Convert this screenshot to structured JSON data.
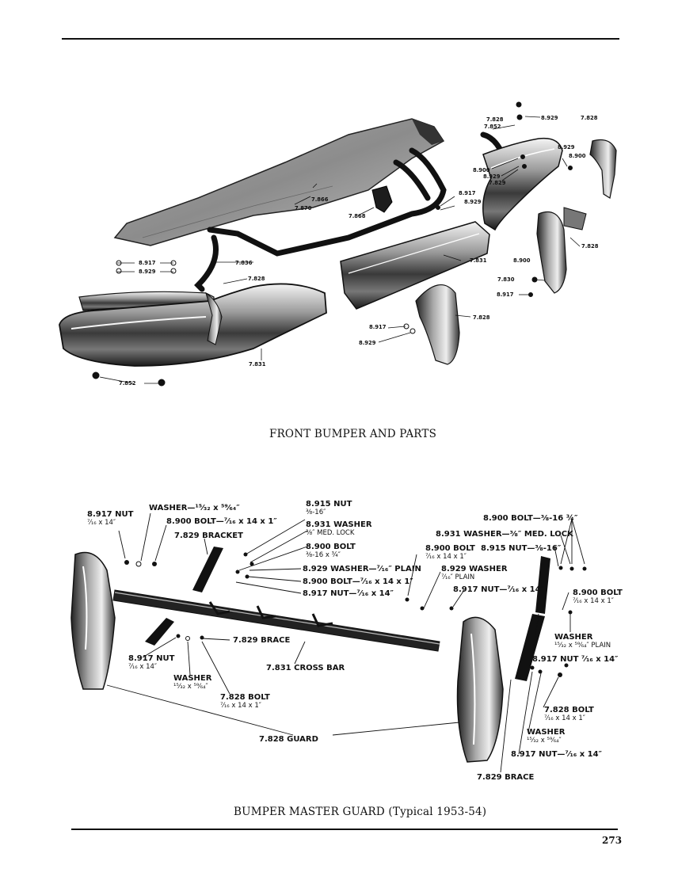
{
  "page": {
    "page_number": "273"
  },
  "front_bumper": {
    "caption": "FRONT BUMPER AND PARTS",
    "callouts": {
      "c7828_top": "7.828",
      "c8929_top": "8.929",
      "c7828_right": "7.828",
      "c7852_top": "7.852",
      "c8929_r2": "8.929",
      "c8900_r2": "8.900",
      "c8900_l": "8.900",
      "c8929_l": "8.929",
      "c7829": "7.829",
      "c8917_mid": "8.917",
      "c8929_mid": "8.929",
      "c7866": "7.866",
      "c7870": "7.870",
      "c7868": "7.868",
      "c8917_left": "8.917",
      "c8929_left": "8.929",
      "c7836": "7.836",
      "c7828_left": "7.828",
      "c7831_center": "7.831",
      "c8900_lower": "8.900",
      "c7828_right_guard": "7.828",
      "c7830": "7.830",
      "c8917_lower": "8.917",
      "c7828_center_guard": "7.828",
      "c8917_guard": "8.917",
      "c8929_guard": "8.929",
      "c7831_bottom": "7.831",
      "c7852_bottom": "7.852"
    }
  },
  "master_guard": {
    "caption": "BUMPER MASTER GUARD (Typical 1953-54)",
    "labels": {
      "nut_8917_tl": {
        "main": "8.917 NUT",
        "sub": "⁷⁄₁₆ x 14″"
      },
      "washer_tl": {
        "main": "WASHER—¹⁵⁄₃₂ x ⁵⁹⁄₆₄″"
      },
      "bolt_8900_tl": {
        "main": "8.900 BOLT—⁷⁄₁₆ x 14 x 1″"
      },
      "bracket_7829": {
        "main": "7.829 BRACKET"
      },
      "nut_8915": {
        "main": "8.915 NUT",
        "sub": "⅜-16″"
      },
      "washer_8931": {
        "main": "8.931 WASHER",
        "sub": "⅜″ MED. LOCK"
      },
      "bolt_8900_c": {
        "main": "8.900 BOLT",
        "sub": "⅜-16 x ¾″"
      },
      "washer_8929_c": {
        "main": "8.929 WASHER—⁷⁄₁₆″ PLAIN"
      },
      "bolt_8900_c2": {
        "main": "8.900 BOLT—⁷⁄₁₆ x 14 x 1″"
      },
      "nut_8917_c": {
        "main": "8.917 NUT—⁷⁄₁₆ x 14″"
      },
      "bolt_8900_tr": {
        "main": "8.900 BOLT—⅜-16 ¾″"
      },
      "washer_8931_tr": {
        "main": "8.931 WASHER—⅜″ MED. LOCK"
      },
      "bolt_8900_r": {
        "main": "8.900 BOLT",
        "sub": "⁷⁄₁₆ x 14 x 1″"
      },
      "nut_8915_r": {
        "main": "8.915 NUT—⅜-16″"
      },
      "washer_8929_r": {
        "main": "8.929 WASHER",
        "sub": "⁷⁄₁₆″ PLAIN"
      },
      "nut_8917_r": {
        "main": "8.917 NUT—⁷⁄₁₆ x 14″"
      },
      "bolt_8900_fr": {
        "main": "8.900 BOLT",
        "sub": "⁷⁄₁₆ x 14 x 1″"
      },
      "washer_r": {
        "main": "WASHER",
        "sub": "¹⁵⁄₃₂ x ⁵⁹⁄₆₄″ PLAIN"
      },
      "nut_8917_r2": {
        "main": "8.917 NUT ⁷⁄₁₆ x 14″"
      },
      "brace_7829_l": {
        "main": "7.829 BRACE"
      },
      "nut_8917_bl": {
        "main": "8.917 NUT",
        "sub": "⁷⁄₁₆ x 14″"
      },
      "crossbar_7831": {
        "main": "7.831 CROSS BAR"
      },
      "washer_bl": {
        "main": "WASHER",
        "sub": "¹⁵⁄₃₂ x ⁵⁹⁄₆₄″"
      },
      "bolt_7828_bl": {
        "main": "7.828 BOLT",
        "sub": "⁷⁄₁₆ x 14 x 1″"
      },
      "guard_7828": {
        "main": "7.828 GUARD"
      },
      "bolt_7828_br": {
        "main": "7.828 BOLT",
        "sub": "⁷⁄₁₆ x 14 x 1″"
      },
      "washer_br": {
        "main": "WASHER",
        "sub": "¹⁵⁄₃₂ x ⁵⁹⁄₆₄″"
      },
      "nut_8917_br": {
        "main": "8.917 NUT—⁷⁄₁₆ x 14″"
      },
      "brace_7829_br": {
        "main": "7.829 BRACE"
      }
    }
  }
}
